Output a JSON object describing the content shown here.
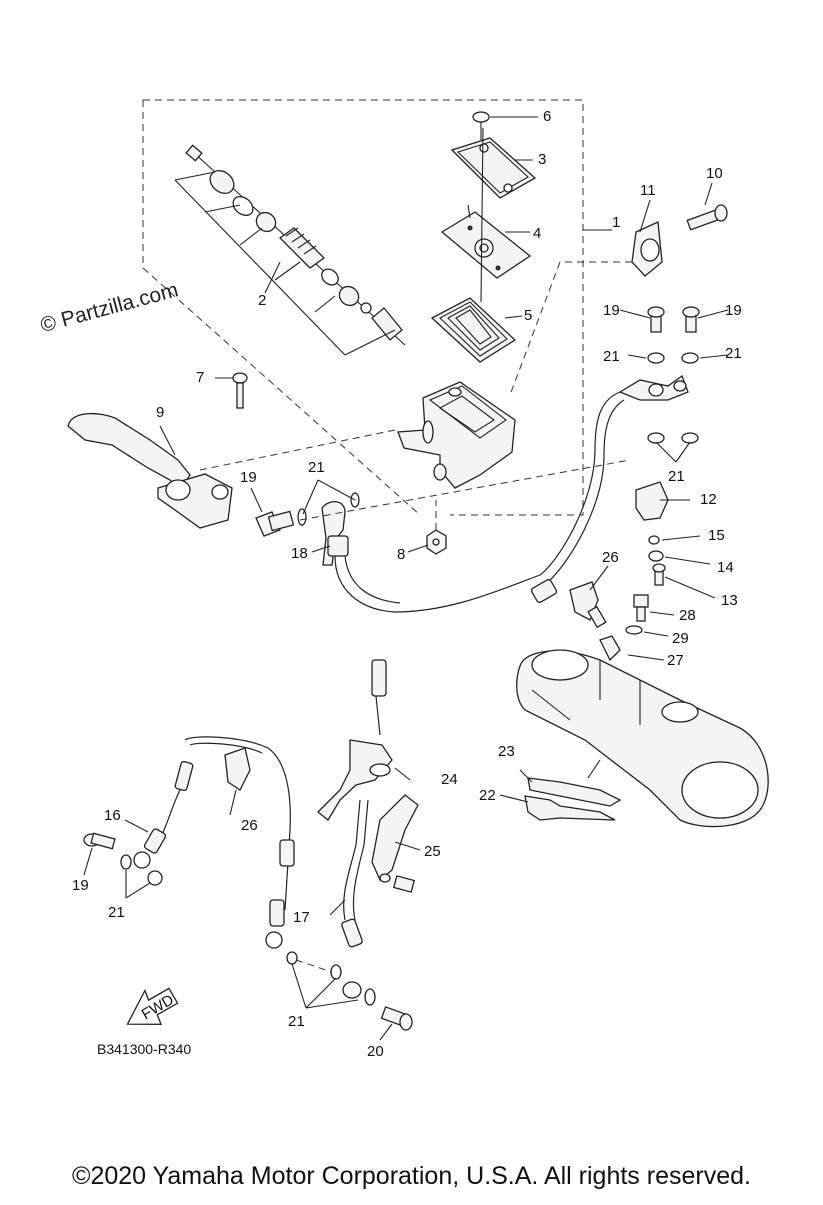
{
  "watermark": "© Partzilla.com",
  "diagram_code": "B341300-R340",
  "fwd_label": "FWD",
  "copyright": "©2020 Yamaha Motor Corporation, U.S.A. All rights reserved.",
  "callouts": {
    "c1": "1",
    "c2": "2",
    "c3": "3",
    "c4": "4",
    "c5": "5",
    "c6": "6",
    "c7": "7",
    "c8": "8",
    "c9": "9",
    "c10": "10",
    "c11": "11",
    "c12": "12",
    "c13": "13",
    "c14": "14",
    "c15": "15",
    "c16": "16",
    "c17": "17",
    "c18": "18",
    "c19a": "19",
    "c19b": "19",
    "c19c": "19",
    "c19d": "19",
    "c20": "20",
    "c21a": "21",
    "c21b": "21",
    "c21c": "21",
    "c21d": "21",
    "c21e": "21",
    "c21f": "21",
    "c22": "22",
    "c23": "23",
    "c24": "24",
    "c25": "25",
    "c26a": "26",
    "c26b": "26",
    "c27": "27",
    "c28": "28",
    "c29": "29"
  }
}
